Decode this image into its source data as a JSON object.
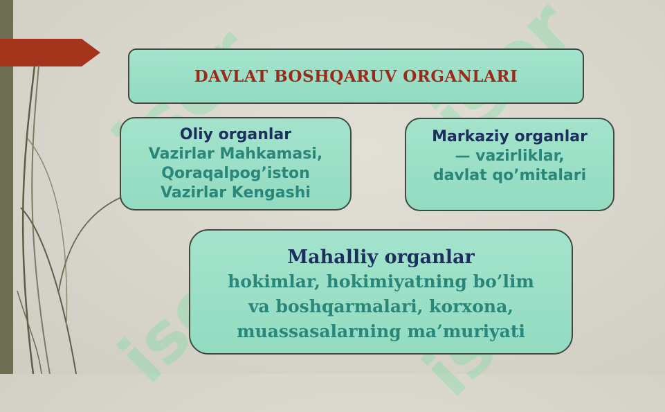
{
  "title": "DAVLAT BOSHQARUV  ORGANLARI",
  "oliy": {
    "heading": "Oliy organlar",
    "lines": [
      "Vazirlar Mahkamasi,",
      "Qoraqalpog’iston",
      "Vazirlar Kengashi"
    ]
  },
  "markaziy": {
    "heading": "Markaziy organlar",
    "lines": [
      "—  vazirliklar,",
      "davlat qo’mitalari"
    ]
  },
  "mahalliy": {
    "heading": "Mahalliy organlar",
    "lines": [
      "hokimlar, hokimiyatning bo’lim",
      "va boshqarmalari, korxona,",
      "muassasalarning ma’muriyati"
    ]
  },
  "watermark": "isor",
  "colors": {
    "title": "#9b2a1a",
    "heading": "#1d2f5e",
    "body": "#2a8679",
    "box_fill": "#9fe0c8",
    "banner": "#a5341d",
    "left_bar": "#6e6e55",
    "watermark": "#5fe09a"
  }
}
